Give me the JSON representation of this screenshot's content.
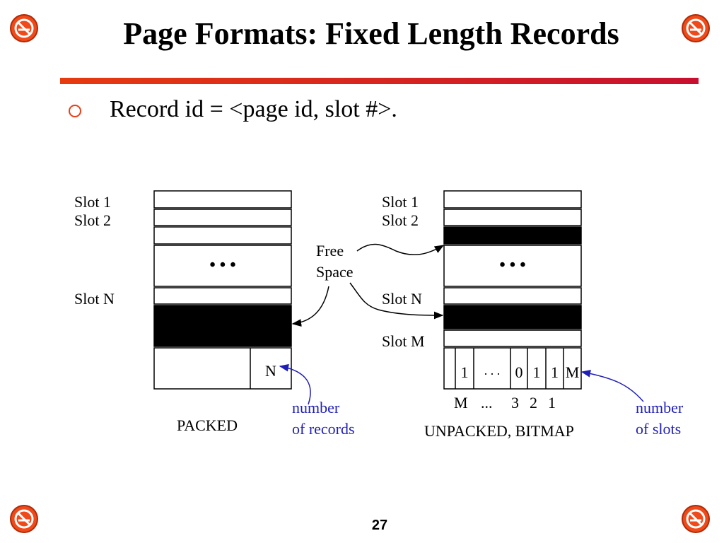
{
  "slide": {
    "title": "Page Formats: Fixed Length Records",
    "bullet": "Record id = <page id, slot #>.",
    "page_number": "27"
  },
  "colors": {
    "accent": "#e63a10",
    "rule_end": "#c8102e",
    "annotation": "#1f1fb8",
    "logo": "#e8401a"
  },
  "icons": {
    "corner": "no-symbol-icon",
    "bullet": "hollow-circle-icon"
  },
  "packed": {
    "slot1": "Slot 1",
    "slot2": "Slot 2",
    "slotN": "Slot N",
    "dots": "• • •",
    "count": "N",
    "caption": "PACKED",
    "annotation_line1": "number",
    "annotation_line2": "of records"
  },
  "free_space": {
    "line1": "Free",
    "line2": "Space"
  },
  "unpacked": {
    "slot1": "Slot 1",
    "slot2": "Slot 2",
    "slotN": "Slot N",
    "slotM": "Slot M",
    "dots": "• • •",
    "bitmap_cells": [
      "1",
      ". . .",
      "0",
      "1",
      "1",
      "M"
    ],
    "index_labels": [
      "M",
      "...",
      "3",
      "2",
      "1"
    ],
    "caption": "UNPACKED, BITMAP",
    "annotation_line1": "number",
    "annotation_line2": "of slots"
  }
}
